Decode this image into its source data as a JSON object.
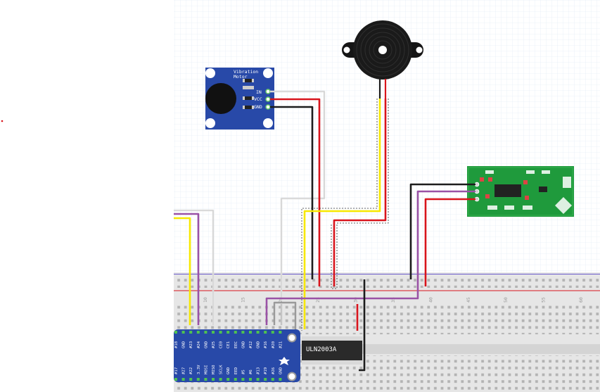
{
  "vibration_module": {
    "title_line1": "Vibration",
    "title_line2": "Motor",
    "pins": [
      "IN",
      "VCC",
      "GND"
    ]
  },
  "driver_chip": {
    "label": "ULN2003A"
  },
  "breadboard": {
    "column_numbers": [
      "10",
      "15",
      "20",
      "25",
      "30",
      "35",
      "40",
      "45",
      "50",
      "55",
      "60"
    ]
  },
  "pi_header": {
    "top_row_labels": [
      "#18",
      "GND",
      "#23",
      "#24",
      "GND",
      "#25",
      "CE0",
      "CE1",
      "EEC",
      "GND",
      "#12",
      "GND",
      "#16",
      "#20",
      "#21"
    ],
    "bottom_row_labels": [
      "#17",
      "#27",
      "#22",
      "3.3V",
      "MOSI",
      "MISO",
      "SCLK",
      "GND",
      "EED",
      "#5",
      "#6",
      "#13",
      "#19",
      "#26",
      "GND"
    ]
  },
  "colors": {
    "board_blue": "#2849a8",
    "pcb_green": "#1f9a3c",
    "wire_red": "#d8141c",
    "wire_black": "#1c1c1c",
    "wire_yellow": "#f7e800",
    "wire_purple": "#9a52a6",
    "wire_white": "#e4e4e4",
    "breadboard": "#e6e6e6",
    "grid_line": "#cfe0f0"
  }
}
